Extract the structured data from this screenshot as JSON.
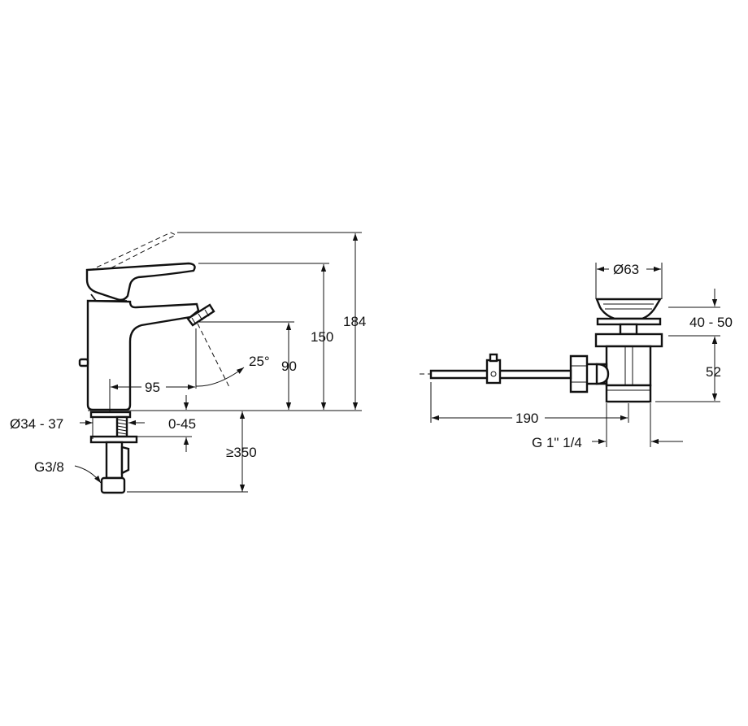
{
  "faucet": {
    "labels": {
      "height_total": "184",
      "height_lever": "150",
      "height_spout": "90",
      "reach": "95",
      "angle": "25°",
      "deck_hole": "Ø34 - 37",
      "deck_thickness": "0-45",
      "hose_length": "≥350",
      "thread": "G3/8"
    }
  },
  "waste": {
    "labels": {
      "diameter": "Ø63",
      "height_range": "40 - 50",
      "height_body": "52",
      "rod_length": "190",
      "thread": "G 1\" 1/4"
    }
  },
  "colors": {
    "ink": "#111111",
    "background": "#ffffff"
  }
}
